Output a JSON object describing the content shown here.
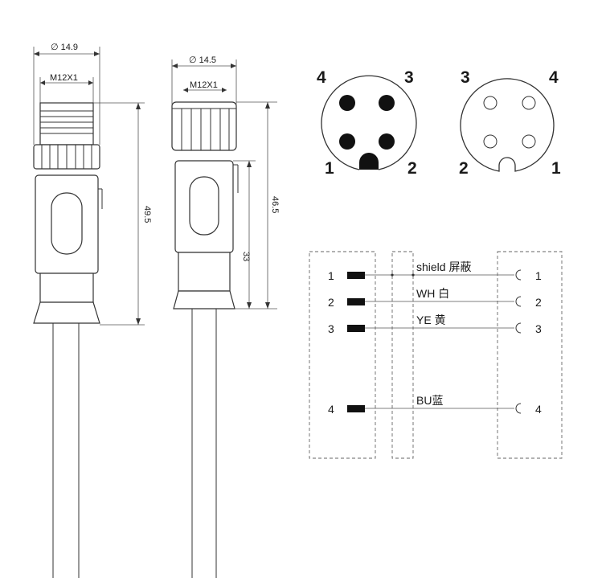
{
  "colors": {
    "line": "#333333",
    "pin_fill": "#111111",
    "background": "#ffffff"
  },
  "male_connector": {
    "diameter_label": "∅ 14.9",
    "thread_label": "M12X1",
    "length_label": "49.5"
  },
  "female_connector": {
    "diameter_label": "∅ 14.5",
    "thread_label": "M12X1",
    "length_label": "46.5",
    "body_length_label": "33"
  },
  "male_face": {
    "pin_labels": {
      "top_left": "4",
      "top_right": "3",
      "bottom_left": "1",
      "bottom_right": "2"
    }
  },
  "female_face": {
    "pin_labels": {
      "top_left": "3",
      "top_right": "4",
      "bottom_left": "2",
      "bottom_right": "1"
    }
  },
  "wiring": {
    "left_pins": [
      "1",
      "2",
      "3",
      "4"
    ],
    "right_pins": [
      "1",
      "2",
      "3",
      "4"
    ],
    "wires": [
      {
        "label": "shield 屏蔽"
      },
      {
        "label": "WH 白"
      },
      {
        "label": "YE 黄"
      },
      {
        "label": "BU蓝"
      }
    ]
  }
}
